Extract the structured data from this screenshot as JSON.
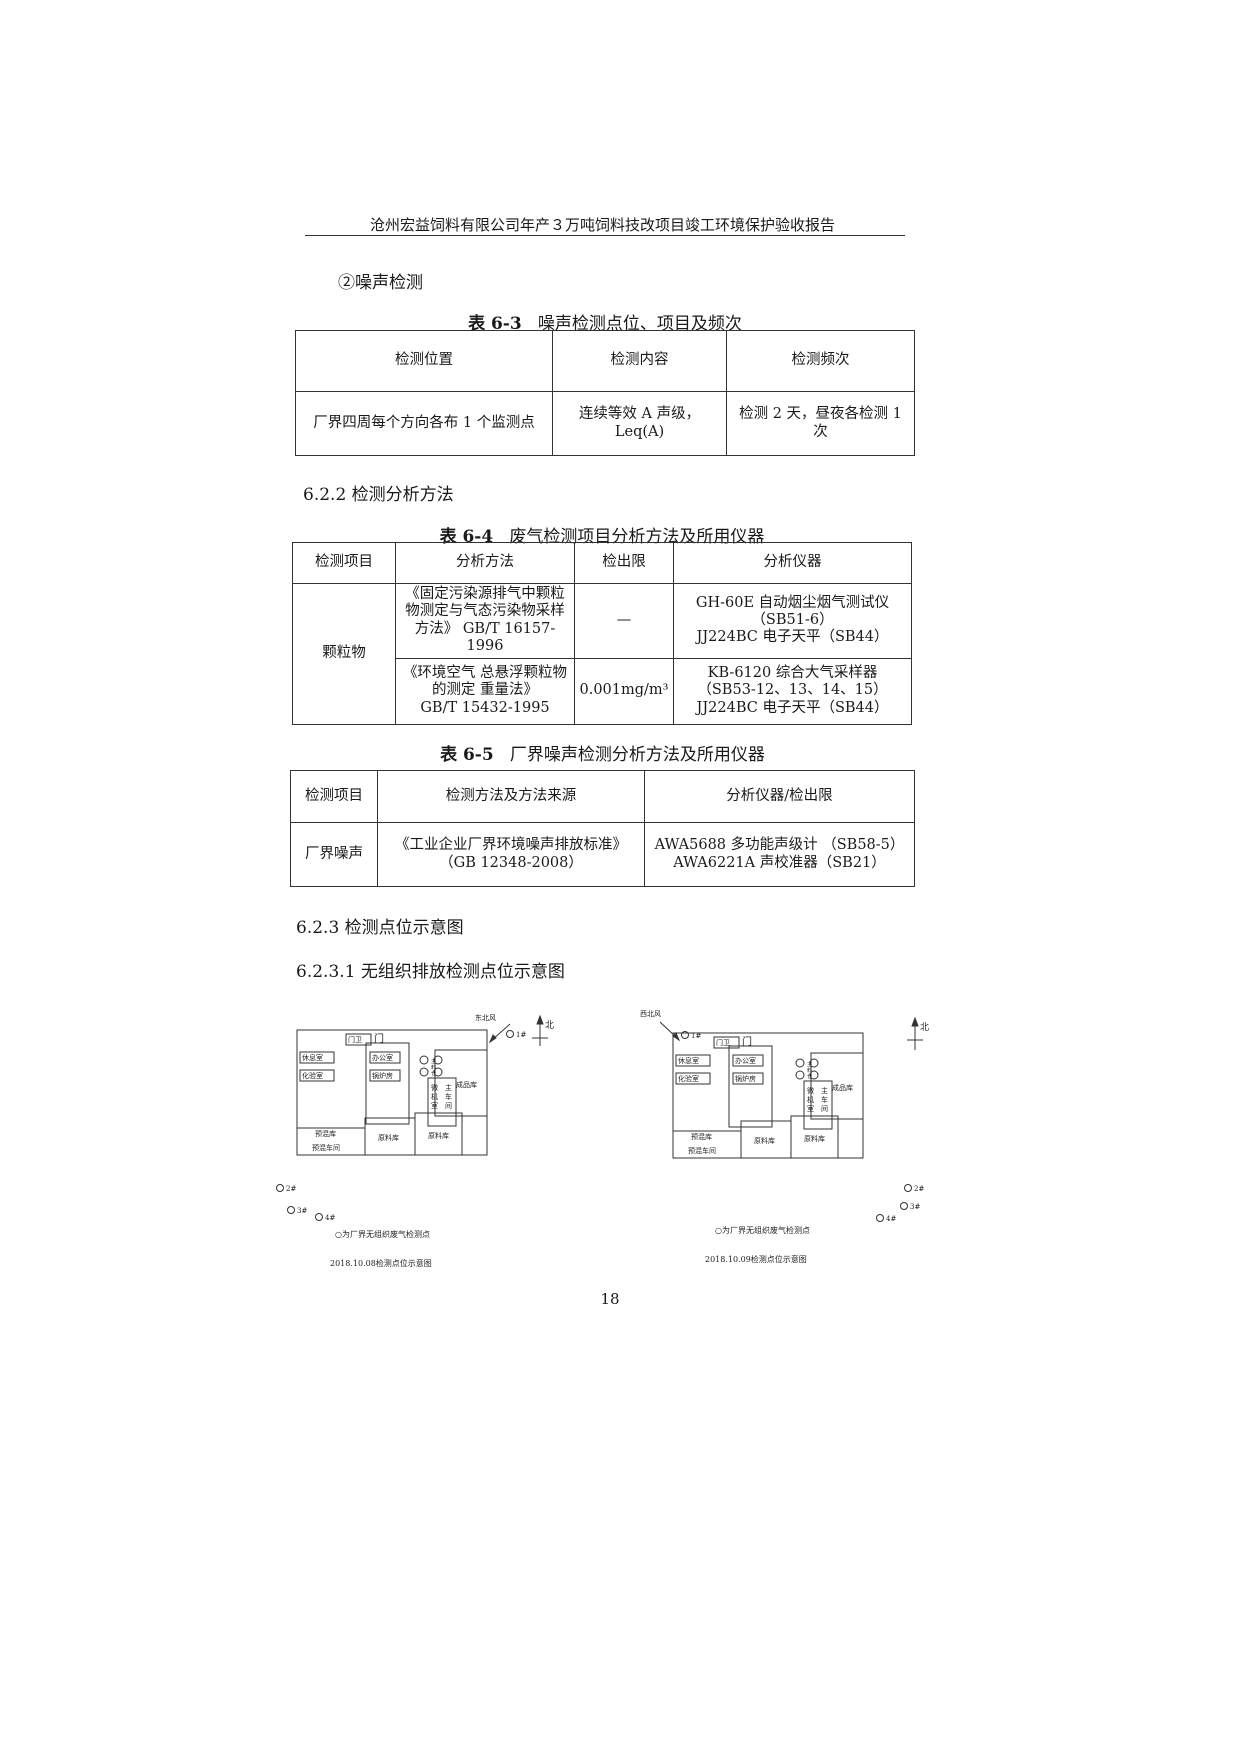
{
  "header": {
    "title": "沧州宏益饲料有限公司年产３万吨饲料技改项目竣工环境保护验收报告"
  },
  "section_noise": {
    "heading": "②噪声检测"
  },
  "table_6_3": {
    "number": "表 6-3",
    "title": "噪声检测点位、项目及频次",
    "headers": [
      "检测位置",
      "检测内容",
      "检测频次"
    ],
    "row": {
      "position": "厂界四周每个方向各布 1 个监测点",
      "content_line1": "连续等效 A 声级，",
      "content_line2": "Leq(A)",
      "frequency": "检测 2 天，昼夜各检测 1 次"
    }
  },
  "section_6_2_2": {
    "heading": "6.2.2 检测分析方法"
  },
  "table_6_4": {
    "number": "表 6-4",
    "title": "废气检测项目分析方法及所用仪器",
    "headers": [
      "检测项目",
      "分析方法",
      "检出限",
      "分析仪器"
    ],
    "item": "颗粒物",
    "rows": [
      {
        "method_lines": [
          "《固定污染源排气中颗粒",
          "物测定与气态污染物采样",
          "方法》 GB/T 16157-1996"
        ],
        "limit": "—",
        "instrument_lines": [
          "GH-60E 自动烟尘烟气测试仪",
          "（SB51-6）",
          "JJ224BC 电子天平（SB44）"
        ]
      },
      {
        "method_lines": [
          "《环境空气 总悬浮颗粒物",
          "的测定 重量法》",
          "GB/T 15432-1995"
        ],
        "limit": "0.001mg/m³",
        "instrument_lines": [
          "KB-6120 综合大气采样器",
          "（SB53-12、13、14、15）",
          "JJ224BC 电子天平（SB44）"
        ]
      }
    ]
  },
  "table_6_5": {
    "number": "表 6-5",
    "title": "厂界噪声检测分析方法及所用仪器",
    "headers": [
      "检测项目",
      "检测方法及方法来源",
      "分析仪器/检出限"
    ],
    "row": {
      "item": "厂界噪声",
      "method_line1": "《工业企业厂界环境噪声排放标准》",
      "method_line2": "（GB 12348-2008）",
      "instrument_line1": "AWA5688 多功能声级计 （SB58-5）",
      "instrument_line2": "AWA6221A 声校准器（SB21）"
    }
  },
  "section_6_2_3": {
    "heading": "6.2.3 检测点位示意图"
  },
  "section_6_2_3_1": {
    "heading": "6.2.3.1 无组织排放检测点位示意图"
  },
  "diagram_labels": {
    "gate_guard": "门卫",
    "gate": "门",
    "lounge": "休息室",
    "lab": "化验室",
    "office": "办公室",
    "boiler": "锅炉房",
    "finished": "成品库",
    "micro_lines": [
      "微",
      "机",
      "室"
    ],
    "main_lines": [
      "主",
      "车",
      "间"
    ],
    "premix_store": "预混库",
    "premix_workshop": "预混车间",
    "raw_store": "原料库",
    "silo_lines": [
      "主",
      "料",
      "仓"
    ],
    "north": "北",
    "p1": "1#",
    "p2": "2#",
    "p3": "3#",
    "p4": "4#",
    "legend": "○为厂界无组织废气检测点"
  },
  "diagrams": [
    {
      "wind": "东北风",
      "caption": "2018.10.08检测点位示意图"
    },
    {
      "wind": "西北风",
      "caption": "2018.10.09检测点位示意图"
    }
  ],
  "page_number": "18"
}
